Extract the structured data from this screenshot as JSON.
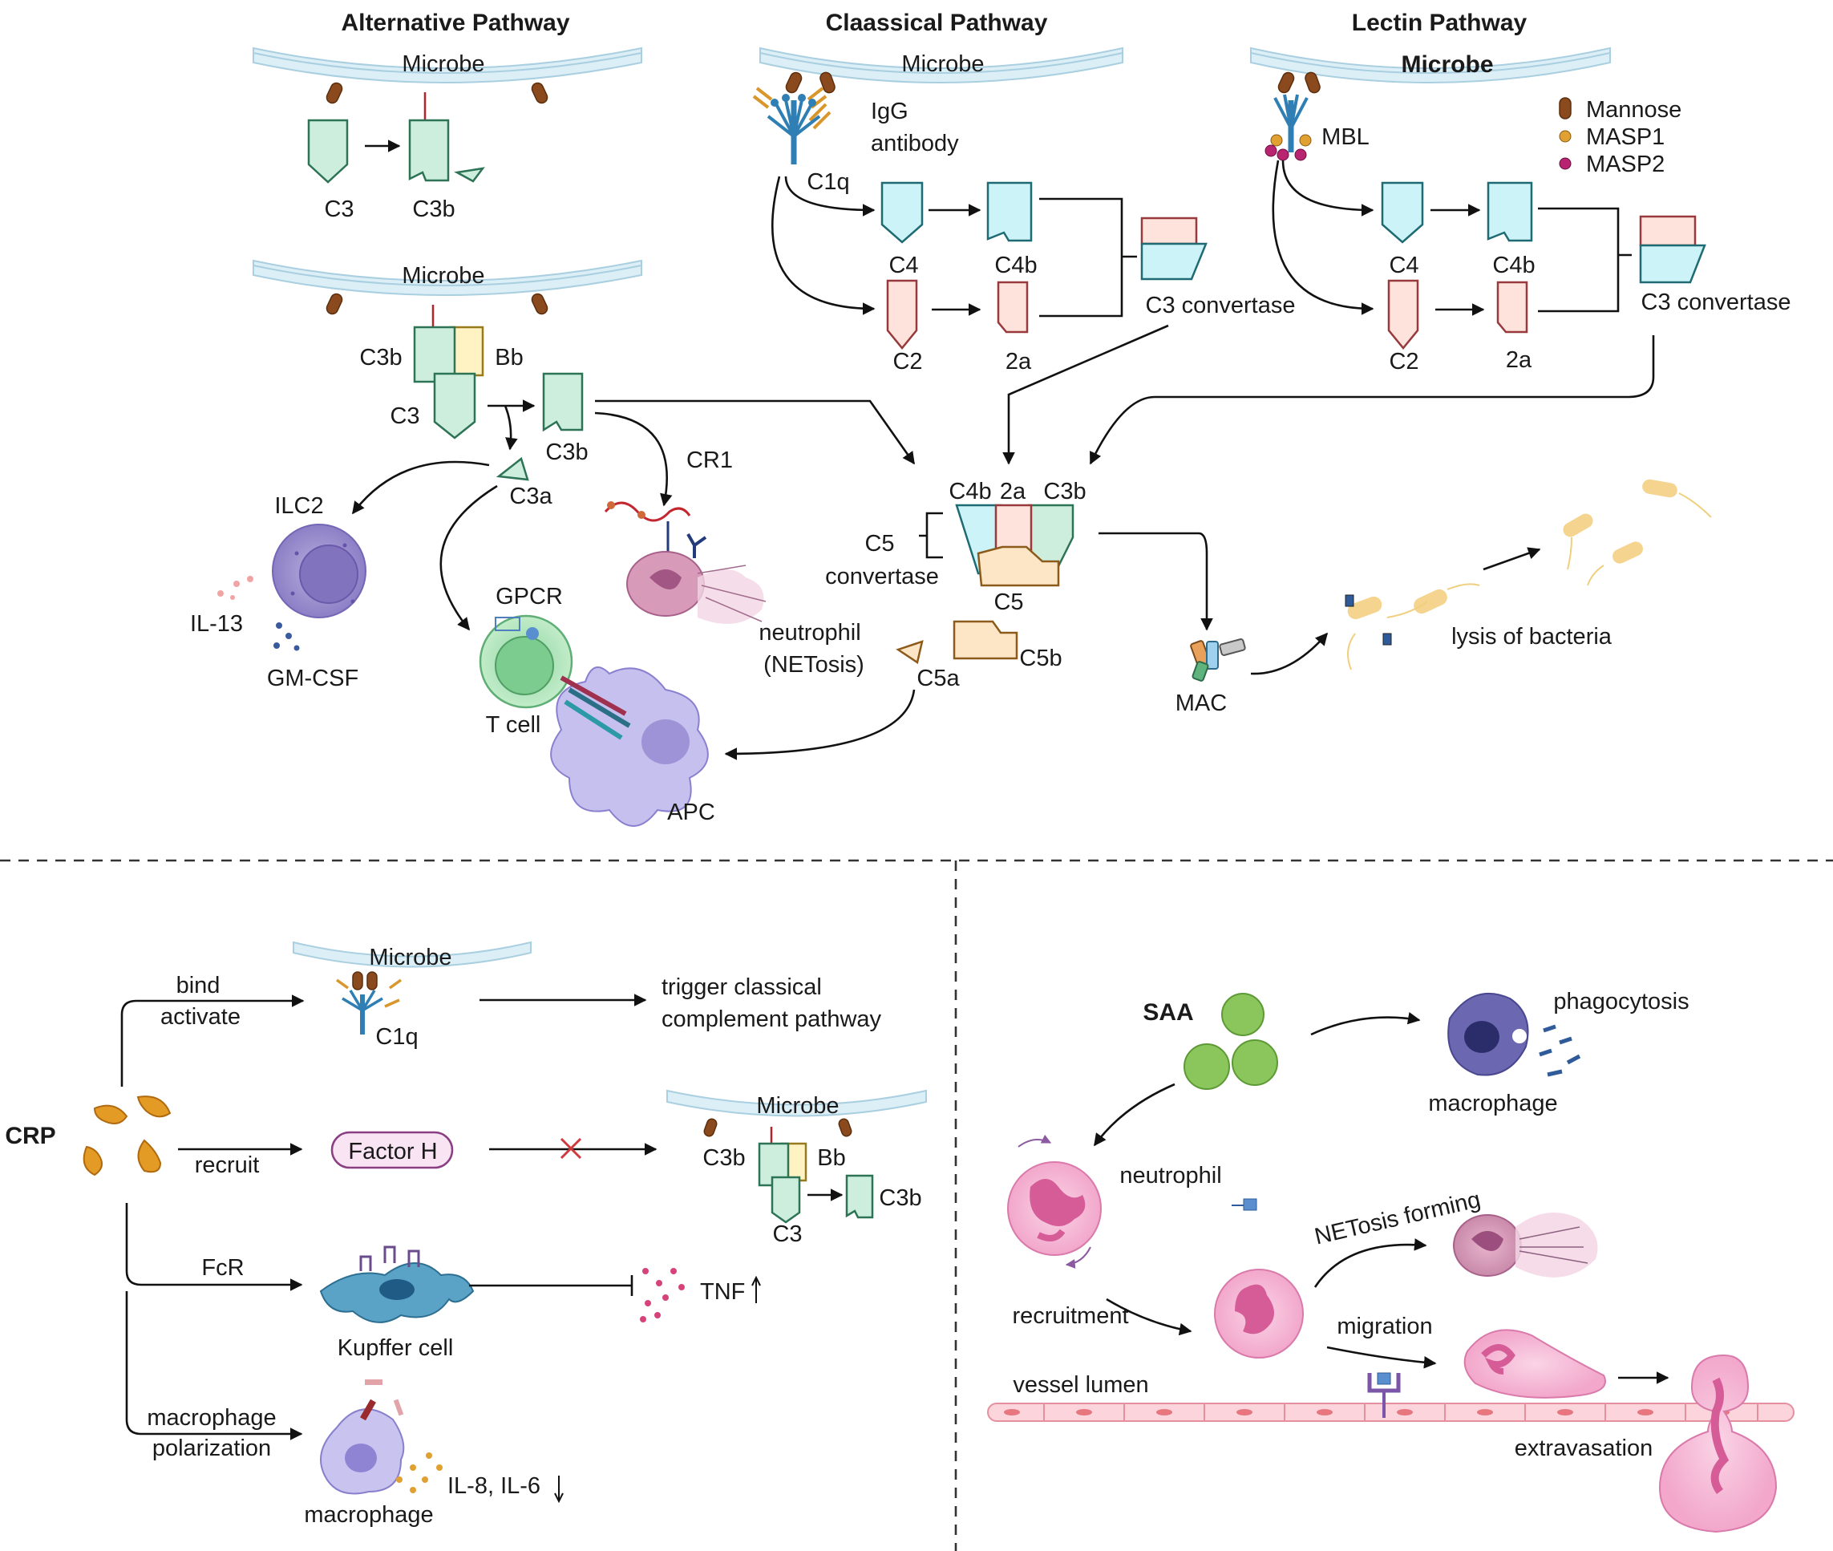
{
  "alternative": {
    "title": "Alternative Pathway",
    "microbe_top": "Microbe",
    "c3": "C3",
    "c3b": "C3b",
    "microbe_2": "Microbe",
    "c3b_complex": "C3b",
    "bb": "Bb",
    "c3_complex": "C3",
    "c3b_out": "C3b",
    "c3a": "C3a",
    "ilc2": "ILC2",
    "il13": "IL-13",
    "gmcsf": "GM-CSF",
    "gpcr": "GPCR",
    "tcell": "T cell",
    "cr1": "CR1",
    "neutrophil": "neutrophil",
    "netosis": "(NETosis)",
    "apc": "APC"
  },
  "classical": {
    "title": "Claassical Pathway",
    "microbe": "Microbe",
    "igg": "IgG",
    "antibody": "antibody",
    "c1q": "C1q",
    "c4": "C4",
    "c4b": "C4b",
    "c2": "C2",
    "c2a": "2a",
    "convertase": "C3 convertase"
  },
  "lectin": {
    "title": "Lectin Pathway",
    "microbe": "Microbe",
    "mbl": "MBL",
    "legend_mannose": "Mannose",
    "legend_masp1": "MASP1",
    "legend_masp2": "MASP2",
    "c4": "C4",
    "c4b": "C4b",
    "c2": "C2",
    "c2a": "2a",
    "convertase": "C3 convertase"
  },
  "c5conv": {
    "lbl_c4b": "C4b",
    "lbl_2a": "2a",
    "lbl_c3b": "C3b",
    "c5": "C5",
    "convertase": "convertase",
    "c5_bottom": "C5",
    "c5a": "C5a",
    "c5b": "C5b",
    "mac": "MAC",
    "lysis": "lysis of bacteria"
  },
  "crp": {
    "title": "CRP",
    "bind": "bind",
    "activate": "activate",
    "microbe": "Microbe",
    "c1q": "C1q",
    "trigger1": "trigger  classical",
    "trigger2": "complement pathway",
    "recruit": "recruit",
    "factor_h": "Factor H",
    "microbe2": "Microbe",
    "c3b": "C3b",
    "bb": "Bb",
    "c3": "C3",
    "c3b_out": "C3b",
    "fcr": "FcR",
    "kupffer": "Kupffer cell",
    "tnf": "TNF",
    "polar1": "macrophage",
    "polar2": "polarization",
    "macrophage": "macrophage",
    "il": "IL-8, IL-6"
  },
  "saa": {
    "title": "SAA",
    "phagocytosis": "phagocytosis",
    "macrophage": "macrophage",
    "neutrophil": "neutrophil",
    "netosis_forming": "NETosis forming",
    "recruitment": "recruitment",
    "migration": "migration",
    "vessel": "vessel lumen",
    "extravasation": "extravasation"
  }
}
